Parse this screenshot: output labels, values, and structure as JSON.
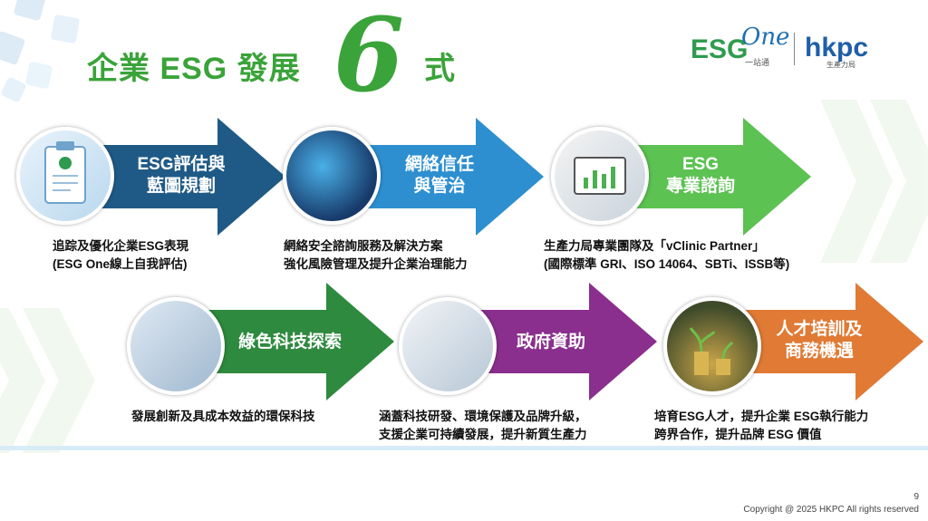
{
  "title": {
    "prefix": "企業 ESG 發展",
    "number": "6",
    "suffix": "式"
  },
  "logo": {
    "esg": "ESG",
    "one": "One",
    "esg_sub": "一站通",
    "hkpc": "hkpc",
    "hkpc_sub": "生產力局"
  },
  "steps": [
    {
      "label_line1": "ESG評估與",
      "label_line2": "藍圖規劃",
      "desc_line1": "追踪及優化企業ESG表現",
      "desc_line2": "(ESG One線上自我評估)",
      "color": "#1f5a86"
    },
    {
      "label_line1": "網絡信任",
      "label_line2": "與管治",
      "desc_line1": "網絡安全諮詢服務及解決方案",
      "desc_line2": "強化風險管理及提升企業治理能力",
      "color": "#2d8fd0"
    },
    {
      "label_line1": "ESG",
      "label_line2": "專業諮詢",
      "desc_line1": "生產力局專業團隊及「vClinic Partner」",
      "desc_line2": "(國際標準 GRI、ISO 14064、SBTi、ISSB等)",
      "color": "#5cc252"
    },
    {
      "label_line1": "綠色科技探索",
      "label_line2": "",
      "desc_line1": "發展創新及具成本效益的環保科技",
      "desc_line2": "",
      "color": "#2e8a3e"
    },
    {
      "label_line1": "政府資助",
      "label_line2": "",
      "desc_line1": "涵蓋科技研發、環境保護及品牌升級，",
      "desc_line2": "支援企業可持續發展，提升新質生產力",
      "color": "#8a2f8e"
    },
    {
      "label_line1": "人才培訓及",
      "label_line2": "商務機遇",
      "desc_line1": "培育ESG人才，提升企業 ESG執行能力",
      "desc_line2": "跨界合作，提升品牌 ESG 價值",
      "color": "#e07a34"
    }
  ],
  "footer": {
    "page": "9",
    "copyright": "Copyright @ 2025 HKPC All rights reserved"
  }
}
